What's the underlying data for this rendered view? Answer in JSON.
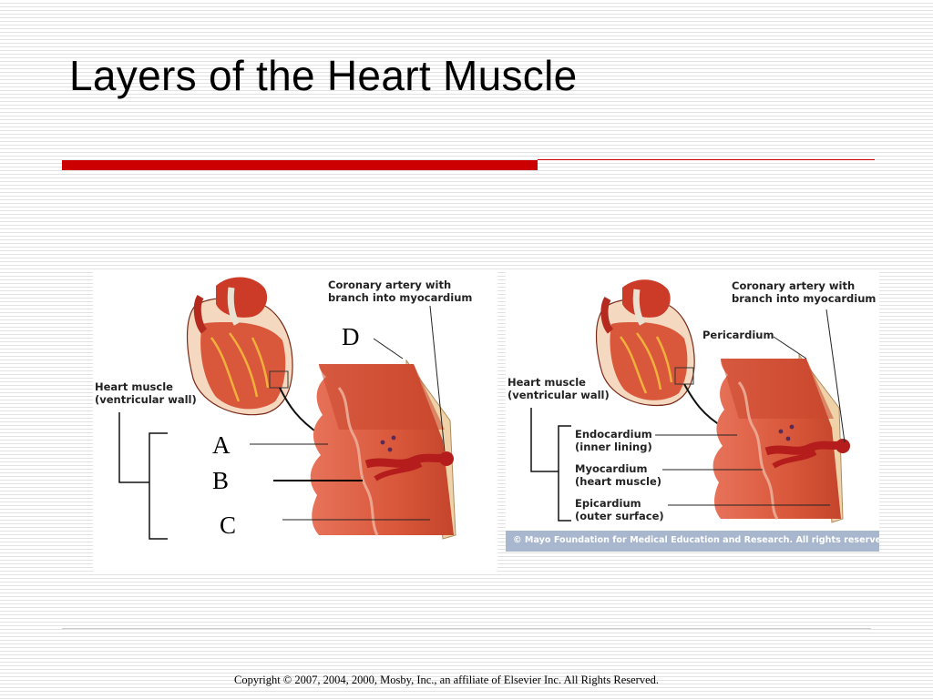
{
  "slide": {
    "title": "Layers of the Heart Muscle",
    "footer": "Copyright © 2007, 2004, 2000, Mosby, Inc., an affiliate of Elsevier Inc. All Rights Reserved."
  },
  "left_diagram": {
    "coronary_line1": "Coronary artery with",
    "coronary_line2": "branch into myocardium",
    "heart_muscle_line1": "Heart muscle",
    "heart_muscle_line2": "(ventricular wall)",
    "letters": {
      "a": "A",
      "b": "B",
      "c": "C",
      "d": "D"
    }
  },
  "right_diagram": {
    "coronary_line1": "Coronary artery with",
    "coronary_line2": "branch into myocardium",
    "pericardium": "Pericardium",
    "heart_muscle_line1": "Heart muscle",
    "heart_muscle_line2": "(ventricular wall)",
    "endocardium_line1": "Endocardium",
    "endocardium_line2": "(inner lining)",
    "myocardium_line1": "Myocardium",
    "myocardium_line2": "(heart muscle)",
    "epicardium_line1": "Epicardium",
    "epicardium_line2": "(outer surface)",
    "credit": "© Mayo Foundation for Medical Education and Research.  All rights reserved."
  },
  "colors": {
    "accent_red": "#cc0000",
    "muscle": "#d9573a",
    "pericardium": "#efd2a8",
    "credit_bar": "#a8b6ce"
  }
}
